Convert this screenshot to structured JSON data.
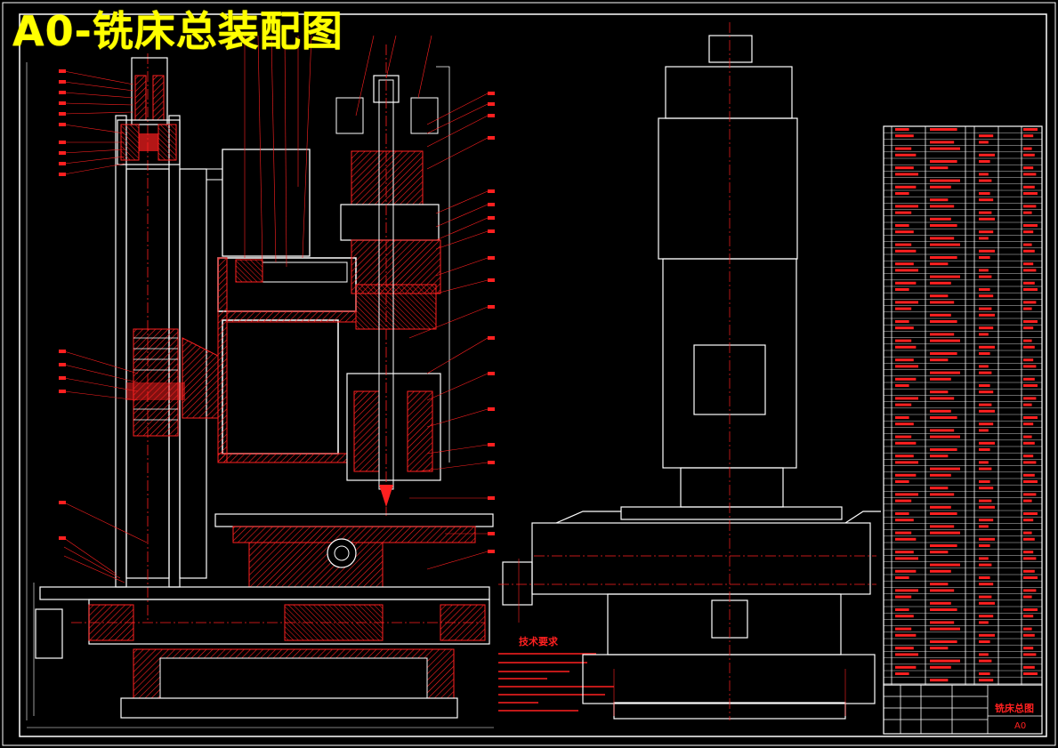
{
  "title": "A0-铣床总装配图",
  "tech_requirements_title": "技术要求",
  "title_block": {
    "drawing_name": "铣床总图",
    "sheet_size": "A0"
  },
  "colors": {
    "background": "#000000",
    "frame": "#ffffff",
    "part_lines": "#ffffff",
    "hatch": "#ff2020",
    "center_lines": "#ff2020",
    "title": "#ffff00"
  }
}
